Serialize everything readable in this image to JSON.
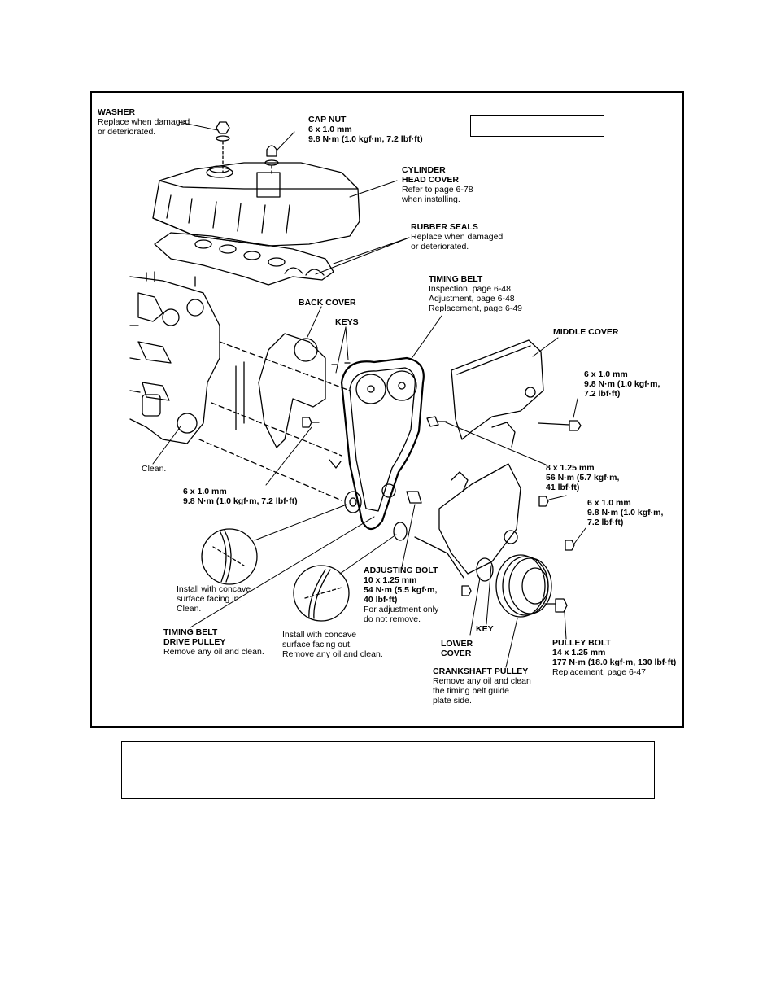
{
  "labels": {
    "washer": {
      "title": "WASHER",
      "lines": [
        "Replace when damaged",
        "or deteriorated."
      ]
    },
    "cap_nut": {
      "title": "CAP NUT",
      "lines": [
        "6 x 1.0 mm",
        "9.8 N·m (1.0 kgf·m, 7.2 lbf·ft)"
      ]
    },
    "cylinder_head_cover": {
      "title": "CYLINDER",
      "title2": "HEAD COVER",
      "lines": [
        "Refer to page 6-78",
        "when installing."
      ]
    },
    "rubber_seals": {
      "title": "RUBBER SEALS",
      "lines": [
        "Replace when damaged",
        "or deteriorated."
      ]
    },
    "timing_belt": {
      "title": "TIMING BELT",
      "lines": [
        "Inspection, page 6-48",
        "Adjustment, page 6-48",
        "Replacement, page 6-49"
      ]
    },
    "back_cover": {
      "title": "BACK COVER"
    },
    "keys": {
      "title": "KEYS"
    },
    "middle_cover": {
      "title": "MIDDLE COVER"
    },
    "bolt_mc": {
      "lines": [
        "6 x 1.0 mm",
        "9.8 N·m (1.0 kgf·m,",
        "7.2 lbf·ft)"
      ]
    },
    "clean": {
      "lines": [
        "Clean."
      ]
    },
    "bolt_back": {
      "lines": [
        "6 x 1.0 mm",
        "9.8 N·m (1.0 kgf·m, 7.2 lbf·ft)"
      ]
    },
    "bolt_8": {
      "lines": [
        "8 x 1.25 mm",
        "56 N·m (5.7 kgf·m,",
        "41 lbf·ft)"
      ]
    },
    "bolt_lc": {
      "lines": [
        "6 x 1.0 mm",
        "9.8 N·m (1.0 kgf·m,",
        "7.2 lbf·ft)"
      ]
    },
    "install_in": {
      "lines": [
        "Install with concave",
        "surface facing in.",
        "Clean."
      ]
    },
    "adjusting_bolt": {
      "title": "ADJUSTING BOLT",
      "lines": [
        "10 x 1.25 mm",
        "54 N·m (5.5 kgf·m,",
        "40 lbf·ft)",
        "For adjustment only",
        "do not remove."
      ]
    },
    "timing_belt_drive_pulley": {
      "title": "TIMING BELT",
      "title2": "DRIVE PULLEY",
      "lines": [
        "Remove any oil and clean."
      ]
    },
    "install_out": {
      "lines": [
        "Install with concave",
        "surface facing out.",
        "Remove any oil and clean."
      ]
    },
    "lower_cover": {
      "title": "LOWER",
      "title2": "COVER"
    },
    "key": {
      "title": "KEY"
    },
    "pulley_bolt": {
      "title": "PULLEY BOLT",
      "lines": [
        "14 x 1.25 mm",
        "177 N·m (18.0 kgf·m, 130 lbf·ft)",
        "Replacement, page 6-47"
      ]
    },
    "crankshaft_pulley": {
      "title": "CRANKSHAFT PULLEY",
      "lines": [
        "Remove any oil and clean",
        "the timing belt guide",
        "plate side."
      ]
    }
  }
}
